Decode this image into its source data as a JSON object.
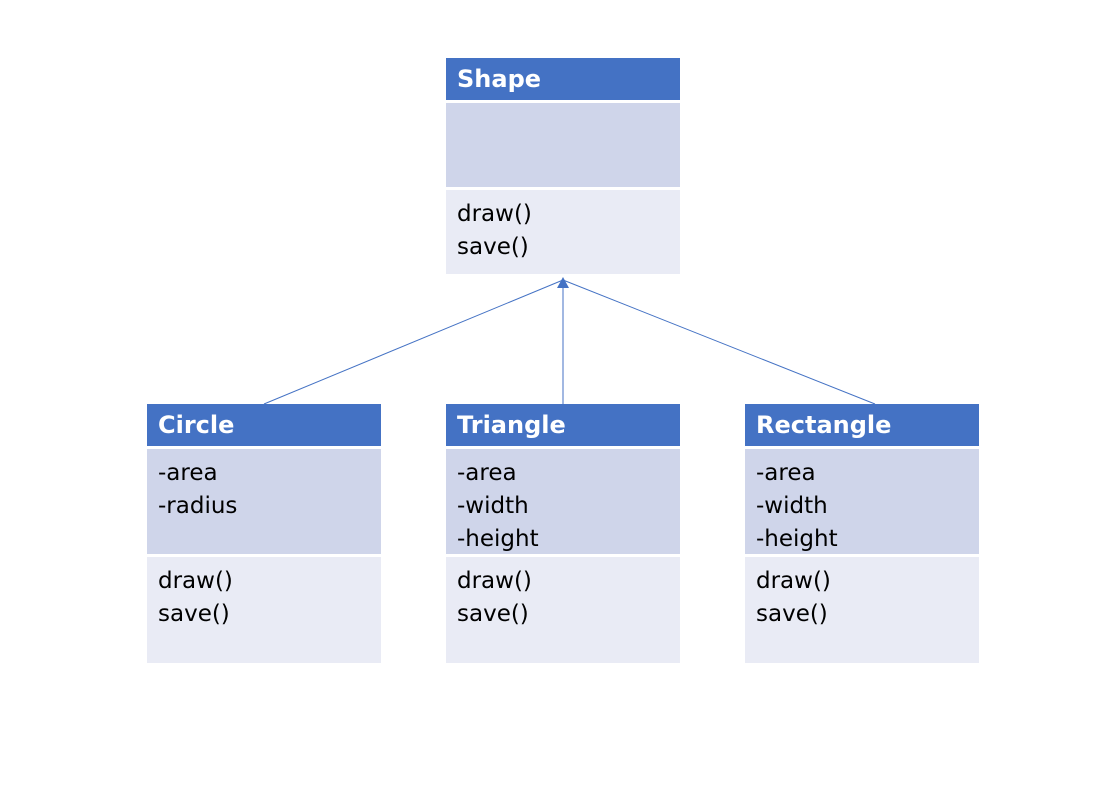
{
  "diagram": {
    "parent": {
      "name": "Shape",
      "attributes": [],
      "methods": [
        "draw()",
        "save()"
      ]
    },
    "children": [
      {
        "name": "Circle",
        "attributes": [
          "-area",
          "-radius"
        ],
        "methods": [
          "draw()",
          "save()"
        ]
      },
      {
        "name": "Triangle",
        "attributes": [
          "-area",
          "-width",
          "-height"
        ],
        "methods": [
          "draw()",
          "save()"
        ]
      },
      {
        "name": "Rectangle",
        "attributes": [
          "-area",
          "-width",
          "-height"
        ],
        "methods": [
          "draw()",
          "save()"
        ]
      }
    ],
    "colors": {
      "header": "#4472c4",
      "attributes_bg": "#cfd5ea",
      "methods_bg": "#e9ebf5",
      "connector": "#4472c4"
    }
  }
}
